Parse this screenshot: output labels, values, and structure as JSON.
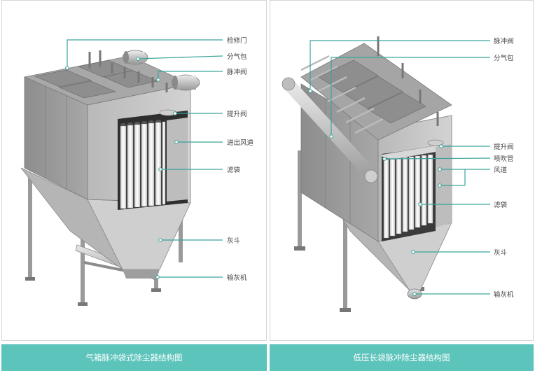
{
  "left": {
    "caption": "气箱脉冲袋式除尘器结构图",
    "labels": {
      "inspection_door": "检修门",
      "air_bag": "分气包",
      "pulse_valve": "脉冲阀",
      "lift_valve": "提升阀",
      "in_out_duct": "进出风道",
      "filter_bag": "滤袋",
      "ash_hopper": "灰斗",
      "ash_conveyor": "输灰机"
    }
  },
  "right": {
    "caption": "低压长袋脉冲除尘器结构图",
    "labels": {
      "pulse_valve": "脉冲阀",
      "air_bag": "分气包",
      "lift_valve": "提升阀",
      "blow_pipe": "喷吹管",
      "duct": "风道",
      "filter_bag": "滤袋",
      "ash_hopper": "灰斗",
      "ash_conveyor": "输灰机"
    }
  }
}
